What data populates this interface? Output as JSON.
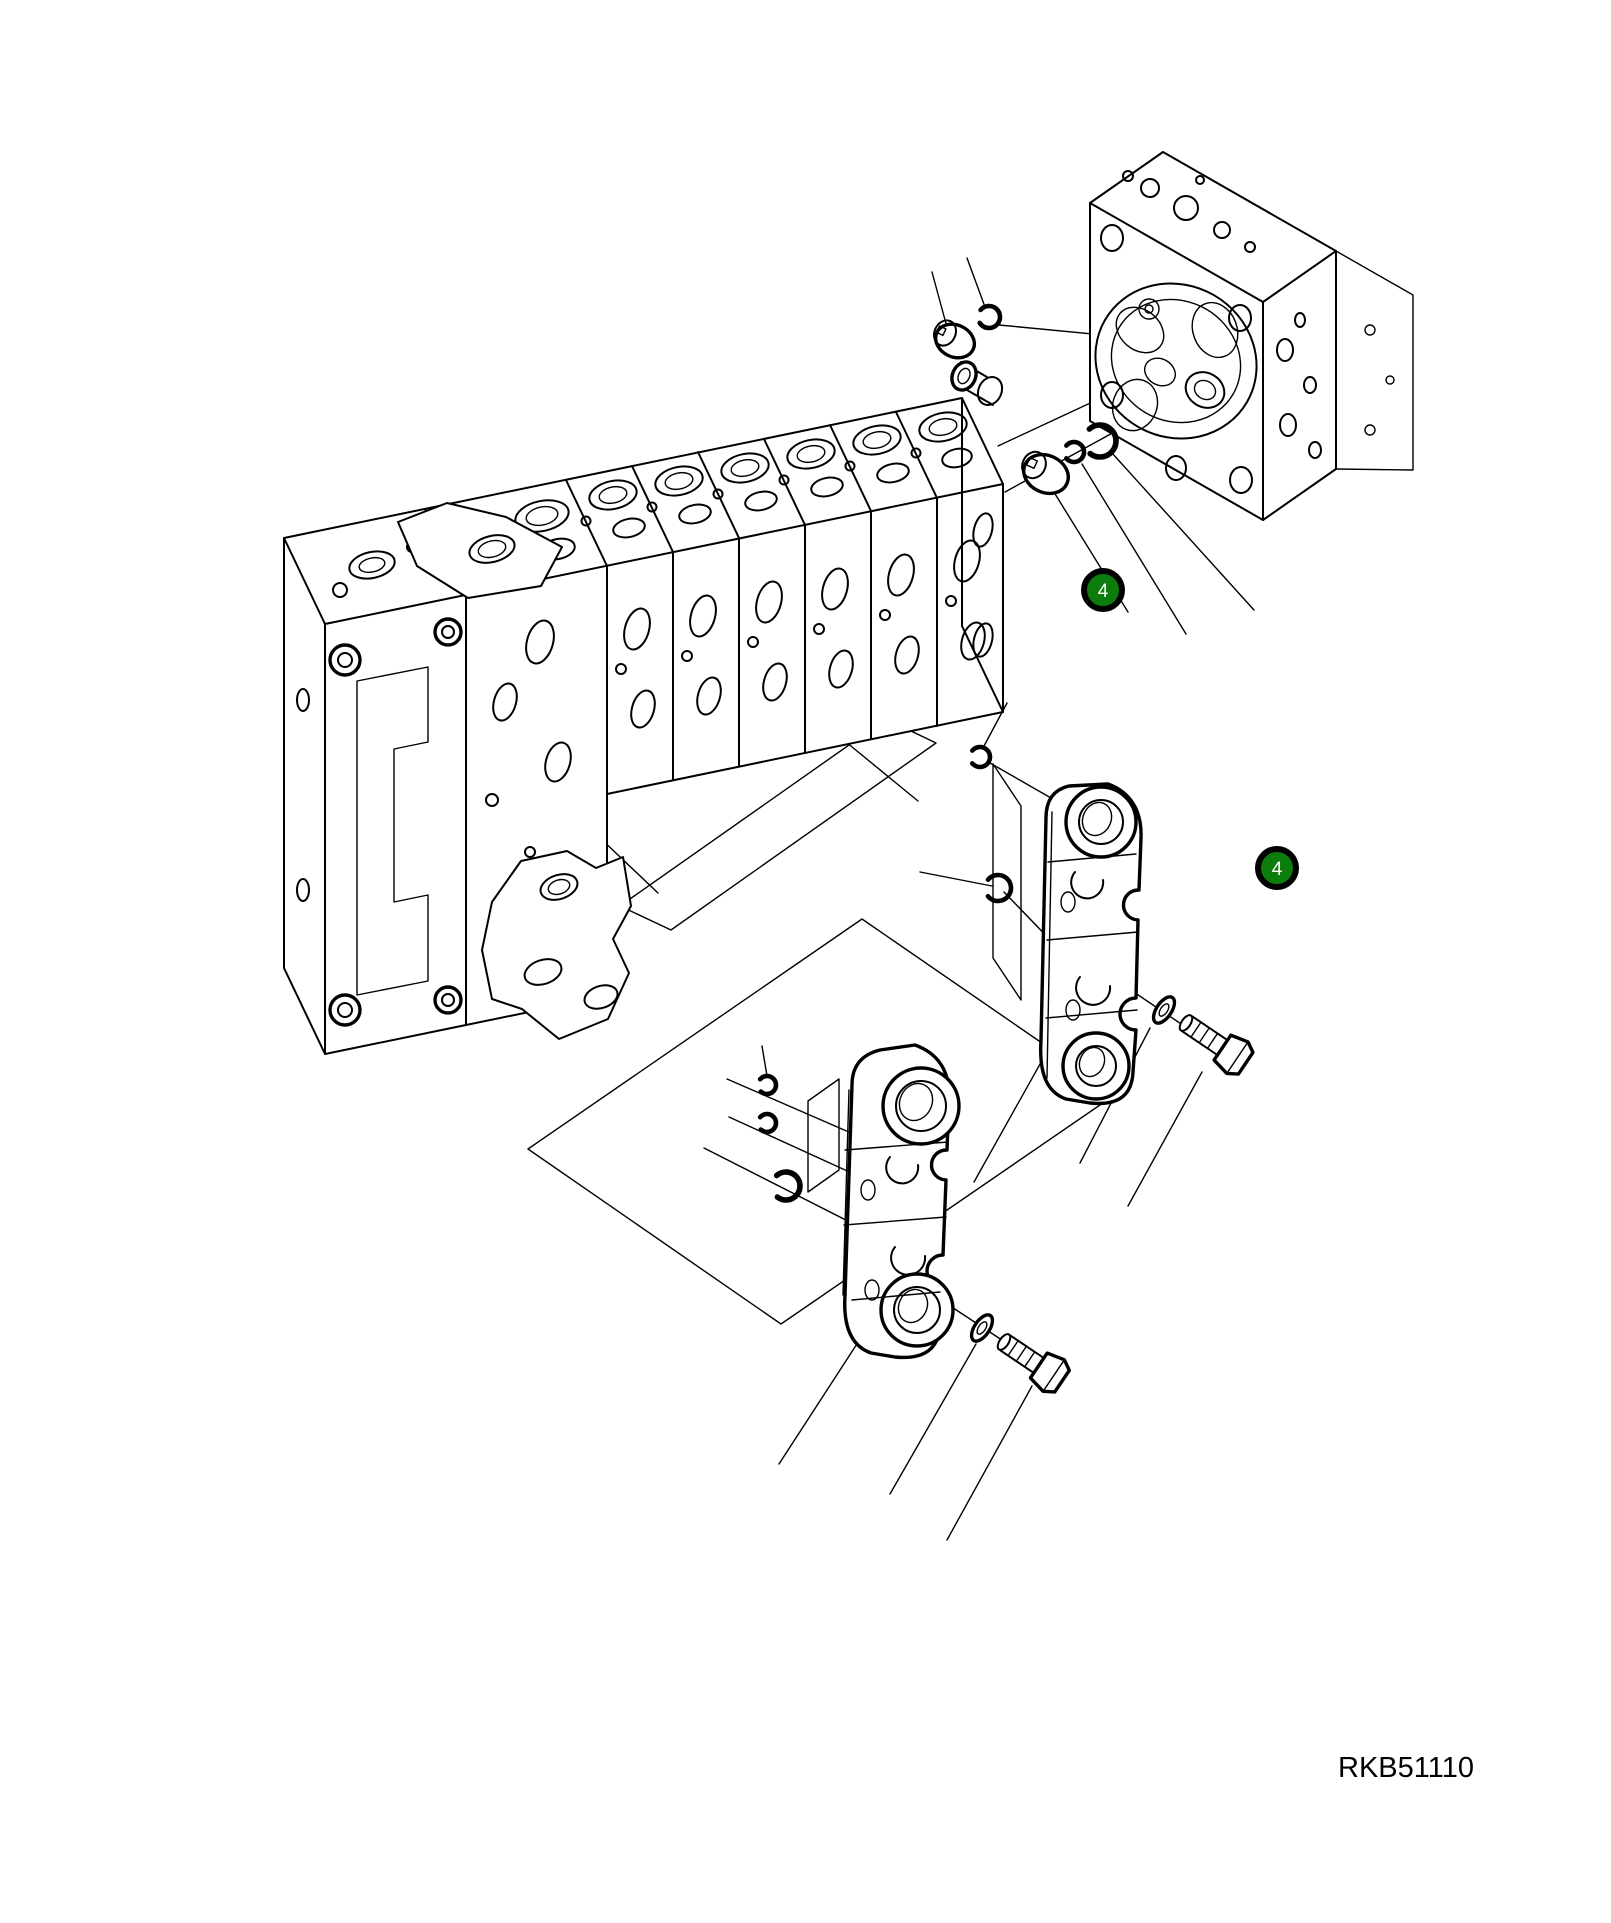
{
  "figure": {
    "code": "RKB51110",
    "type": "exploded-parts-diagram",
    "subject": "hydraulic-main-control-valve-assembly"
  },
  "callouts": [
    {
      "label": "4"
    },
    {
      "label": "4"
    }
  ],
  "colors": {
    "callout_green": "#0c7c0c",
    "line": "#000000",
    "background": "#ffffff"
  }
}
